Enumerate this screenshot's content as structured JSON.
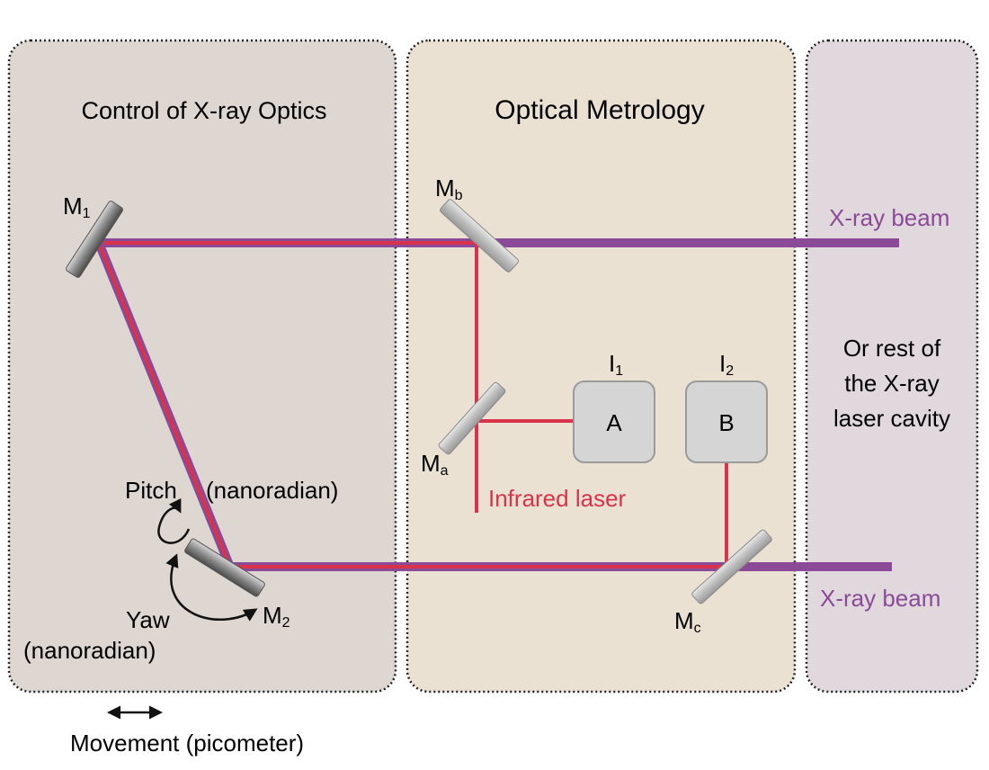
{
  "panels": {
    "left_title": "Control of X-ray Optics",
    "middle_title": "Optical Metrology"
  },
  "mirrors": {
    "m1_base": "M",
    "m1_sub": "1",
    "m2_base": "M",
    "m2_sub": "2",
    "ma_base": "M",
    "ma_sub": "a",
    "mb_base": "M",
    "mb_sub": "b",
    "mc_base": "M",
    "mc_sub": "c"
  },
  "detectors": {
    "i1_base": "I",
    "i1_sub": "1",
    "a_label": "A",
    "i2_base": "I",
    "i2_sub": "2",
    "b_label": "B"
  },
  "beams": {
    "xray_top": "X-ray beam",
    "xray_bottom": "X-ray beam",
    "infrared": "Infrared laser"
  },
  "annotations": {
    "pitch": "Pitch",
    "pitch_unit": "(nanoradian)",
    "yaw": "Yaw",
    "yaw_unit": "(nanoradian)",
    "movement": "Movement (picometer)",
    "rest_line1": "Or rest of",
    "rest_line2": "the X-ray",
    "rest_line3": "laser cavity"
  },
  "colors": {
    "left_panel": "#ddd6d1",
    "middle_panel": "#ebe1d3",
    "right_panel": "#e0d8dd",
    "xray_purple": "#8a4a98",
    "infrared_red": "#d8334a",
    "detector_fill": "#d5d5d5"
  }
}
